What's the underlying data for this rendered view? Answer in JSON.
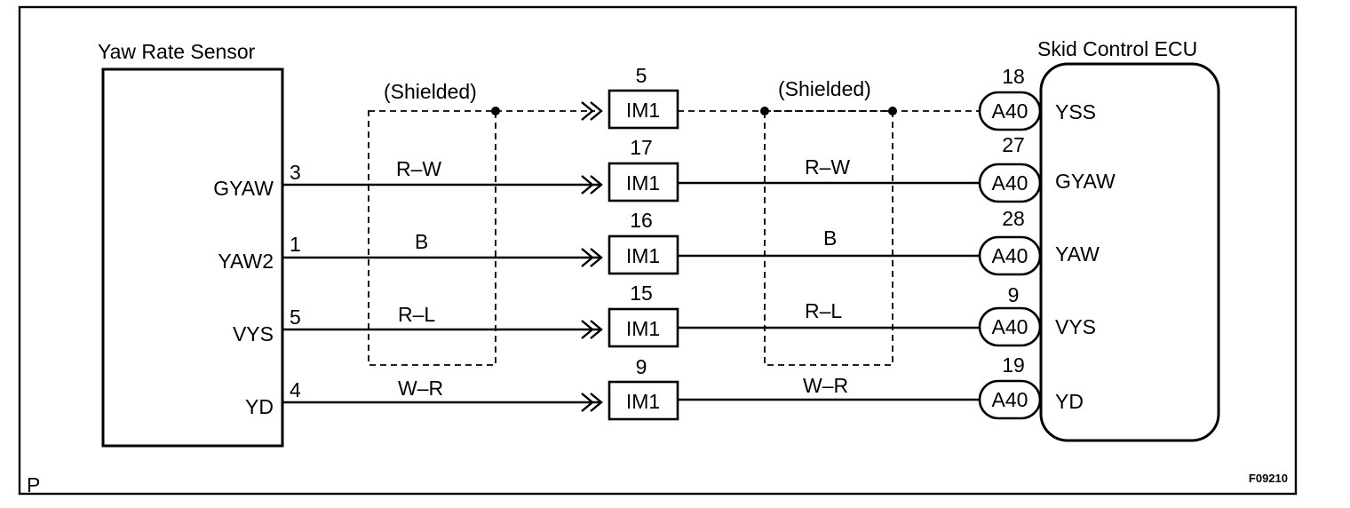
{
  "page_letter": "P",
  "figure_code": "F09210",
  "sensor": {
    "title": "Yaw Rate Sensor",
    "pins": [
      {
        "name": "GYAW",
        "number": "3"
      },
      {
        "name": "YAW2",
        "number": "1"
      },
      {
        "name": "VYS",
        "number": "5"
      },
      {
        "name": "YD",
        "number": "4"
      }
    ]
  },
  "ecu": {
    "title": "Skid Control ECU",
    "pins": [
      {
        "connector": "A40",
        "number": "18",
        "name": "YSS"
      },
      {
        "connector": "A40",
        "number": "27",
        "name": "GYAW"
      },
      {
        "connector": "A40",
        "number": "28",
        "name": "YAW"
      },
      {
        "connector": "A40",
        "number": "9",
        "name": "VYS"
      },
      {
        "connector": "A40",
        "number": "19",
        "name": "YD"
      }
    ]
  },
  "junction": {
    "label": "IM1",
    "pins": [
      "5",
      "17",
      "16",
      "15",
      "9"
    ]
  },
  "shield_labels": [
    "(Shielded)",
    "(Shielded)"
  ],
  "wires_left": [
    "R–W",
    "B",
    "R–L",
    "W–R"
  ],
  "wires_right": [
    "R–W",
    "B",
    "R–L",
    "W–R"
  ]
}
